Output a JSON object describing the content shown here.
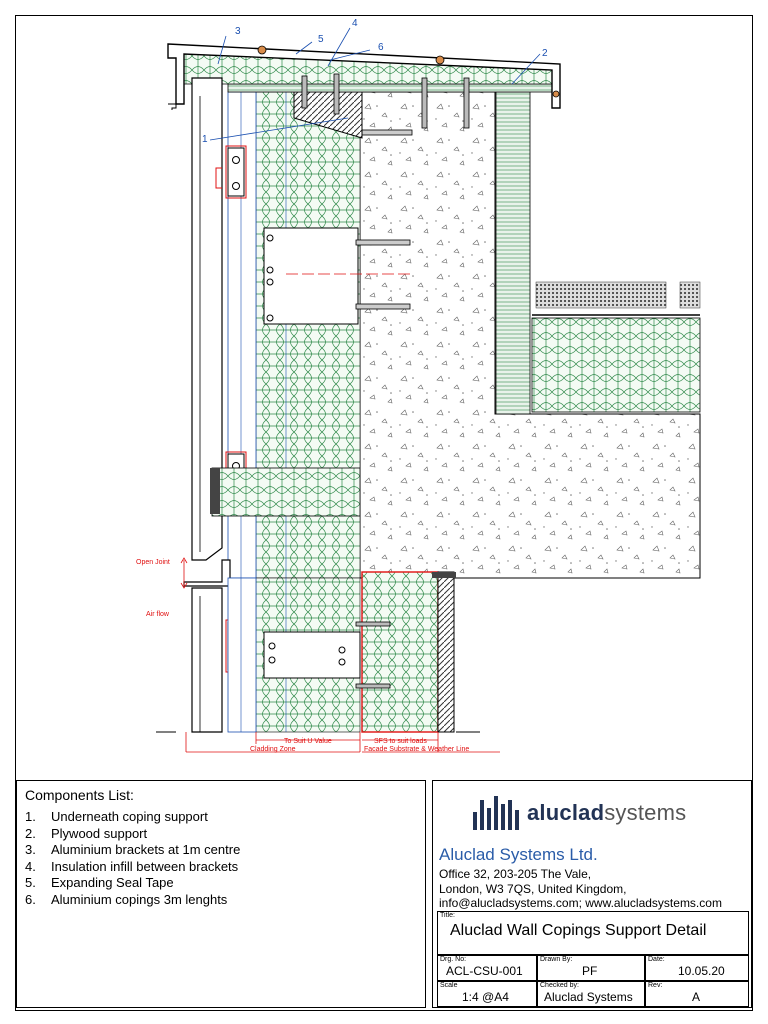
{
  "callouts": [
    "1",
    "2",
    "3",
    "4",
    "5",
    "6"
  ],
  "annotations": {
    "open_joint": "Open Joint",
    "air_flow": "Air flow",
    "to_suit_u_value": "To Suit U Value",
    "sfs_to_suit_loads": "SFS to suit loads",
    "cladding_zone": "Cladding Zone",
    "facade_substrate": "Facade Substrate & Weather Line"
  },
  "components": {
    "heading": "Components List:",
    "items": [
      {
        "num": "1.",
        "text": "Underneath coping support"
      },
      {
        "num": "2.",
        "text": "Plywood support"
      },
      {
        "num": "3.",
        "text": "Aluminium brackets at 1m centre"
      },
      {
        "num": "4.",
        "text": "Insulation infill between brackets"
      },
      {
        "num": "5.",
        "text": "Expanding Seal Tape"
      },
      {
        "num": "6.",
        "text": "Aluminium copings 3m lenghts"
      }
    ]
  },
  "titleblock": {
    "logo_bold": "aluclad",
    "logo_light": "systems",
    "company": "Aluclad Systems Ltd.",
    "address_1": "Office 32, 203-205 The Vale,",
    "address_2": "London, W3 7QS, United Kingdom,",
    "address_3": "info@alucladsystems.com; www.alucladsystems.com",
    "title_label": "Title:",
    "title": "Aluclad Wall Copings Support Detail",
    "drg_label": "Drg. No:",
    "drg_no": "ACL-CSU-001",
    "drawn_label": "Drawn By:",
    "drawn_by": "PF",
    "date_label": "Date:",
    "date": "10.05.20",
    "scale_label": "Scale",
    "scale": "1:4 @A4",
    "checked_label": "Checked by:",
    "checked_by": "Aluclad Systems",
    "rev_label": "Rev:",
    "rev": "A"
  },
  "colors": {
    "insulation": "#2f8a4a",
    "callout": "#1a4fb0",
    "dimension_red": "#e01010",
    "logo_navy": "#223355",
    "company_blue": "#2a5ca8"
  }
}
